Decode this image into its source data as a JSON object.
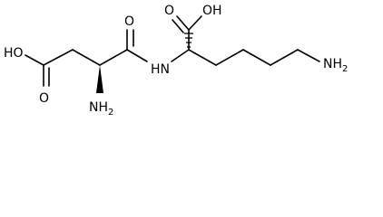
{
  "molecule": {
    "labels": {
      "ho_left": "HO",
      "o_left": "O",
      "nh2_alpha": "NH",
      "nh2_alpha_sub": "2",
      "o_amide": "O",
      "nh_amide": "HN",
      "o_lys_acid": "O",
      "oh_lys_acid": "OH",
      "nh2_end": "NH",
      "nh2_end_sub": "2"
    }
  }
}
